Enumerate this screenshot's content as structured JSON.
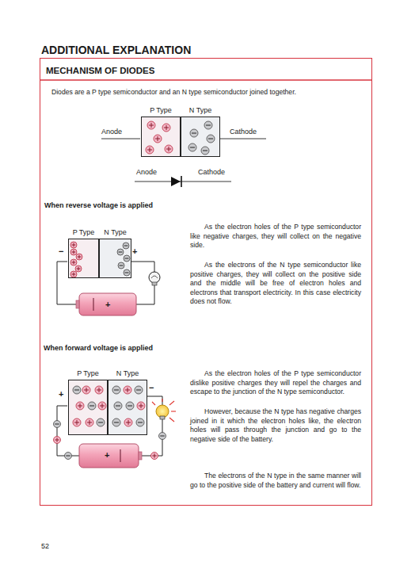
{
  "diagram": {
    "title": "ADDITIONAL EXPLANATION",
    "nodes": [
      {
        "text": [
          "MECHANISM OF DIODES"
        ]
      },
      {
        "text": [
          "P Type"
        ],
        "in": 0
      },
      {
        "text": [
          "N Type"
        ],
        "in": 0
      },
      {
        "text": [
          "P Type"
        ],
        "in": 0
      },
      {
        "text": [
          "N Type"
        ],
        "in": 0
      },
      {
        "text": [
          "P Type"
        ],
        "in": 0
      },
      {
        "text": [
          "N Type"
        ],
        "in": 0
      }
    ],
    "labels": [
      "Diodes are a P type semiconductor and an N type semiconductor joined together.",
      "Anode",
      "Cathode",
      "Anode",
      "Cathode",
      "When reverse voltage is applied",
      "−",
      "+",
      "+",
      "As the electron holes of the P type semiconductor like negative charges, they will collect on the negative side.",
      "As the electrons of the N type semiconductor like positive charges, they will collect on the positive side and the middle will be free of electron holes and electrons that transport electricity. In this case electricity does not flow.",
      "When forward voltage is applied",
      "+",
      "−",
      "+",
      "As the electron holes of the P type semiconductor dislike positive charges they will repel the charges and escape to the junction of the N type semiconductor.",
      "However, because the N type has negative charges joined in it which the electron holes like, the electron holes will pass through the junction and go to the negative side of the battery.",
      "The electrons of the N type in the same manner will go to the positive side of the battery and current will flow.",
      "52"
    ]
  }
}
